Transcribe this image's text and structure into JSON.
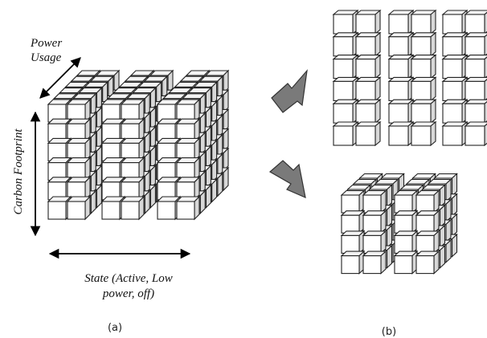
{
  "diagram": {
    "axes": {
      "power_line1": "Power",
      "power_line2": "Usage",
      "carbon": "Carbon Footprint",
      "state_line1": "State (Active, Low",
      "state_line2": "power, off)"
    },
    "captions": {
      "a": "(a)",
      "b": "(b)"
    },
    "colors": {
      "cube_front": "#ffffff",
      "cube_top": "#f4f4f4",
      "cube_side": "#d8d8d8",
      "outline": "#222222",
      "arrow": "#7a7a7a"
    }
  }
}
